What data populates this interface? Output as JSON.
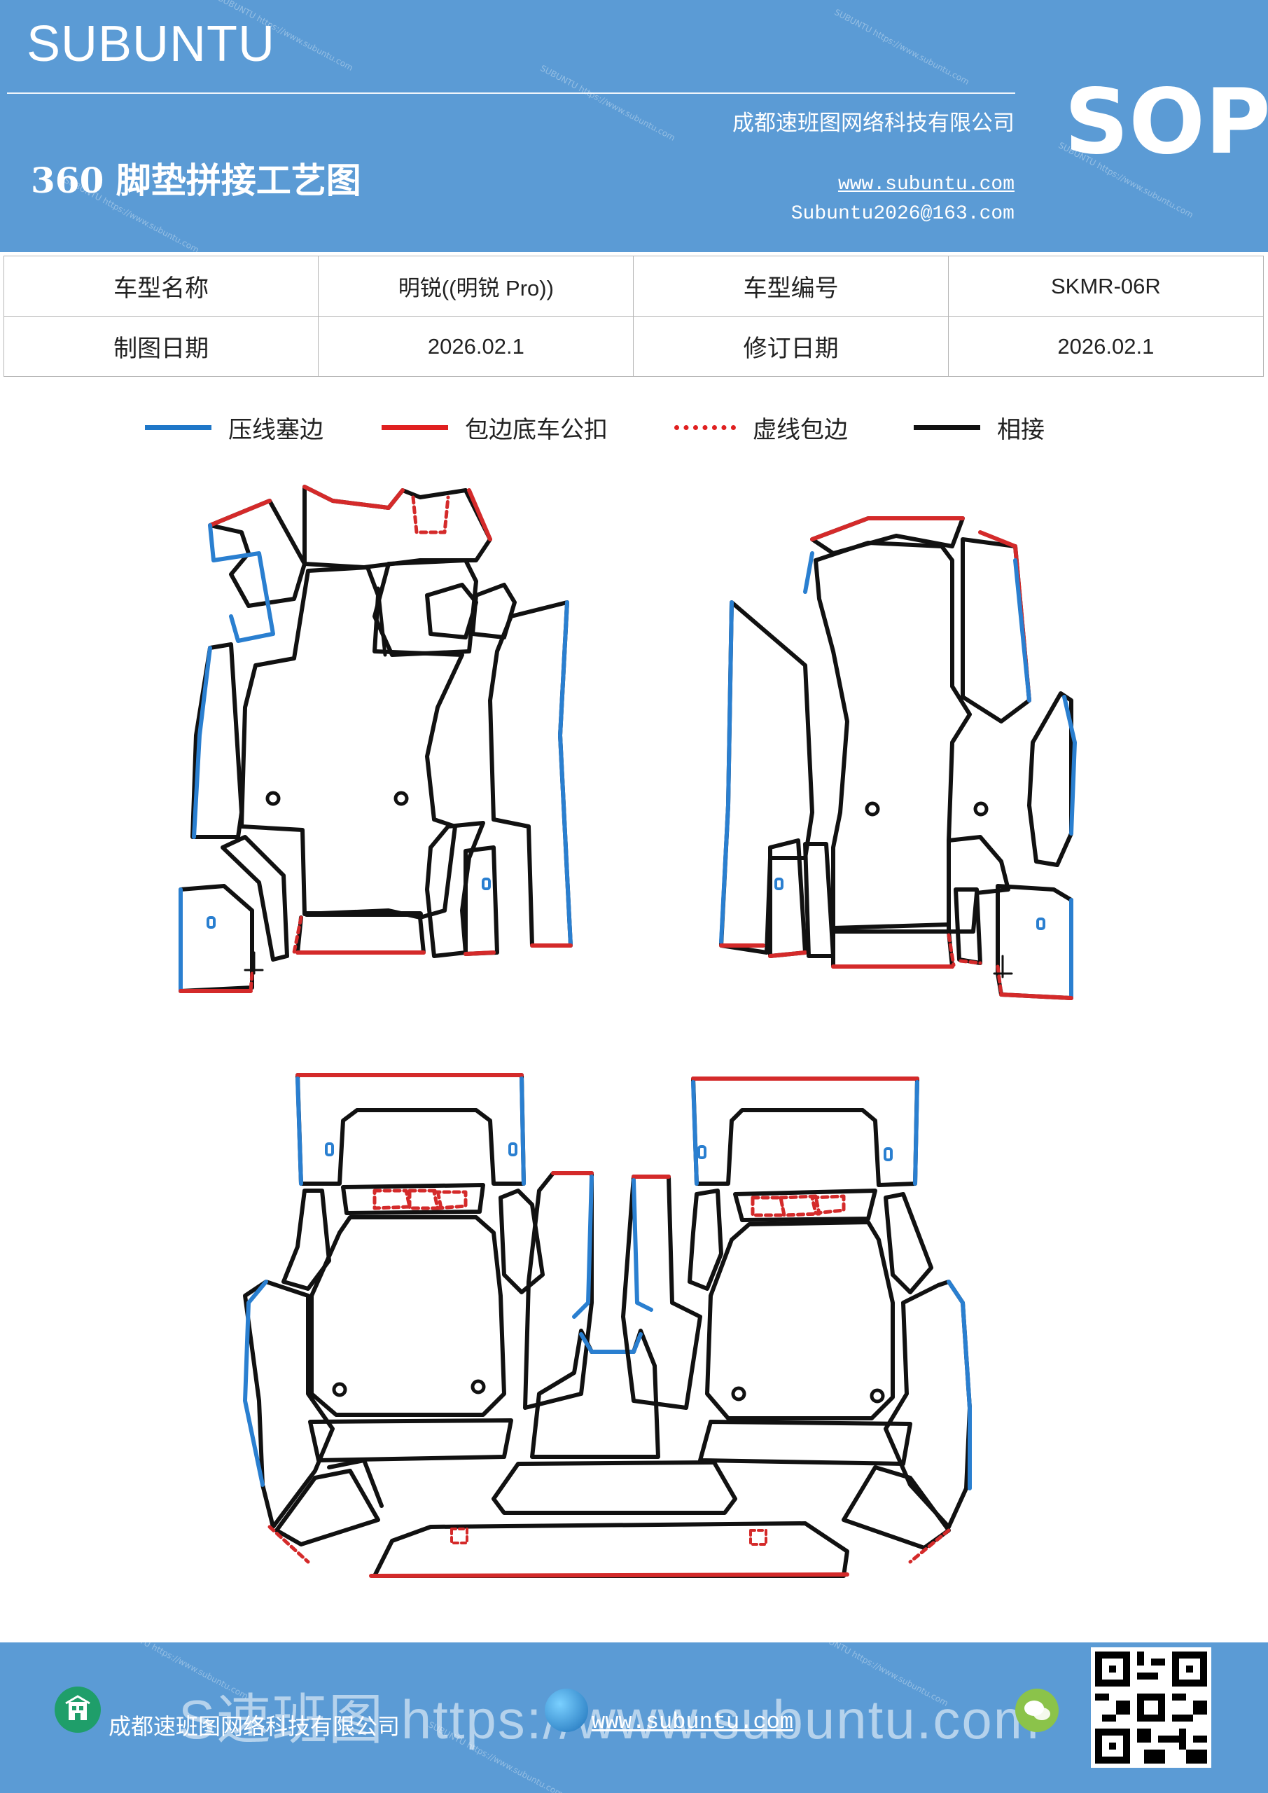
{
  "header": {
    "brand": "SUBUNTU",
    "company": "成都速班图网络科技有限公司",
    "title": "360 脚垫拼接工艺图",
    "url": "www.subuntu.com",
    "email": "Subuntu2026@163.com",
    "badge": "SOP",
    "watermark": "SUBUNTU https://www.subuntu.com"
  },
  "info": {
    "model_name_label": "车型名称",
    "model_name": "明锐((明锐 Pro))",
    "model_code_label": "车型编号",
    "model_code": "SKMR-06R",
    "draw_date_label": "制图日期",
    "draw_date": "2026.02.1",
    "revise_date_label": "修订日期",
    "revise_date": "2026.02.1"
  },
  "legend": [
    {
      "label": "压线塞边",
      "color": "#1f77c8",
      "style": "solid"
    },
    {
      "label": "包边底车公扣",
      "color": "#e02020",
      "style": "solid"
    },
    {
      "label": "虚线包边",
      "color": "#e02020",
      "style": "dotted"
    },
    {
      "label": "相接",
      "color": "#111111",
      "style": "solid"
    }
  ],
  "colors": {
    "header_bg": "#5b9bd5",
    "blue_edge": "#2a7fd0",
    "red_edge": "#d42a2a",
    "black_seam": "#111111"
  },
  "icons": [
    "building-icon",
    "globe-icon",
    "wechat-icon",
    "qr-code-icon"
  ],
  "footer": {
    "company": "成都速班图网络科技有限公司",
    "url": "www.subuntu.com",
    "overlay": "S速班图 https://www.subuntu.com"
  }
}
